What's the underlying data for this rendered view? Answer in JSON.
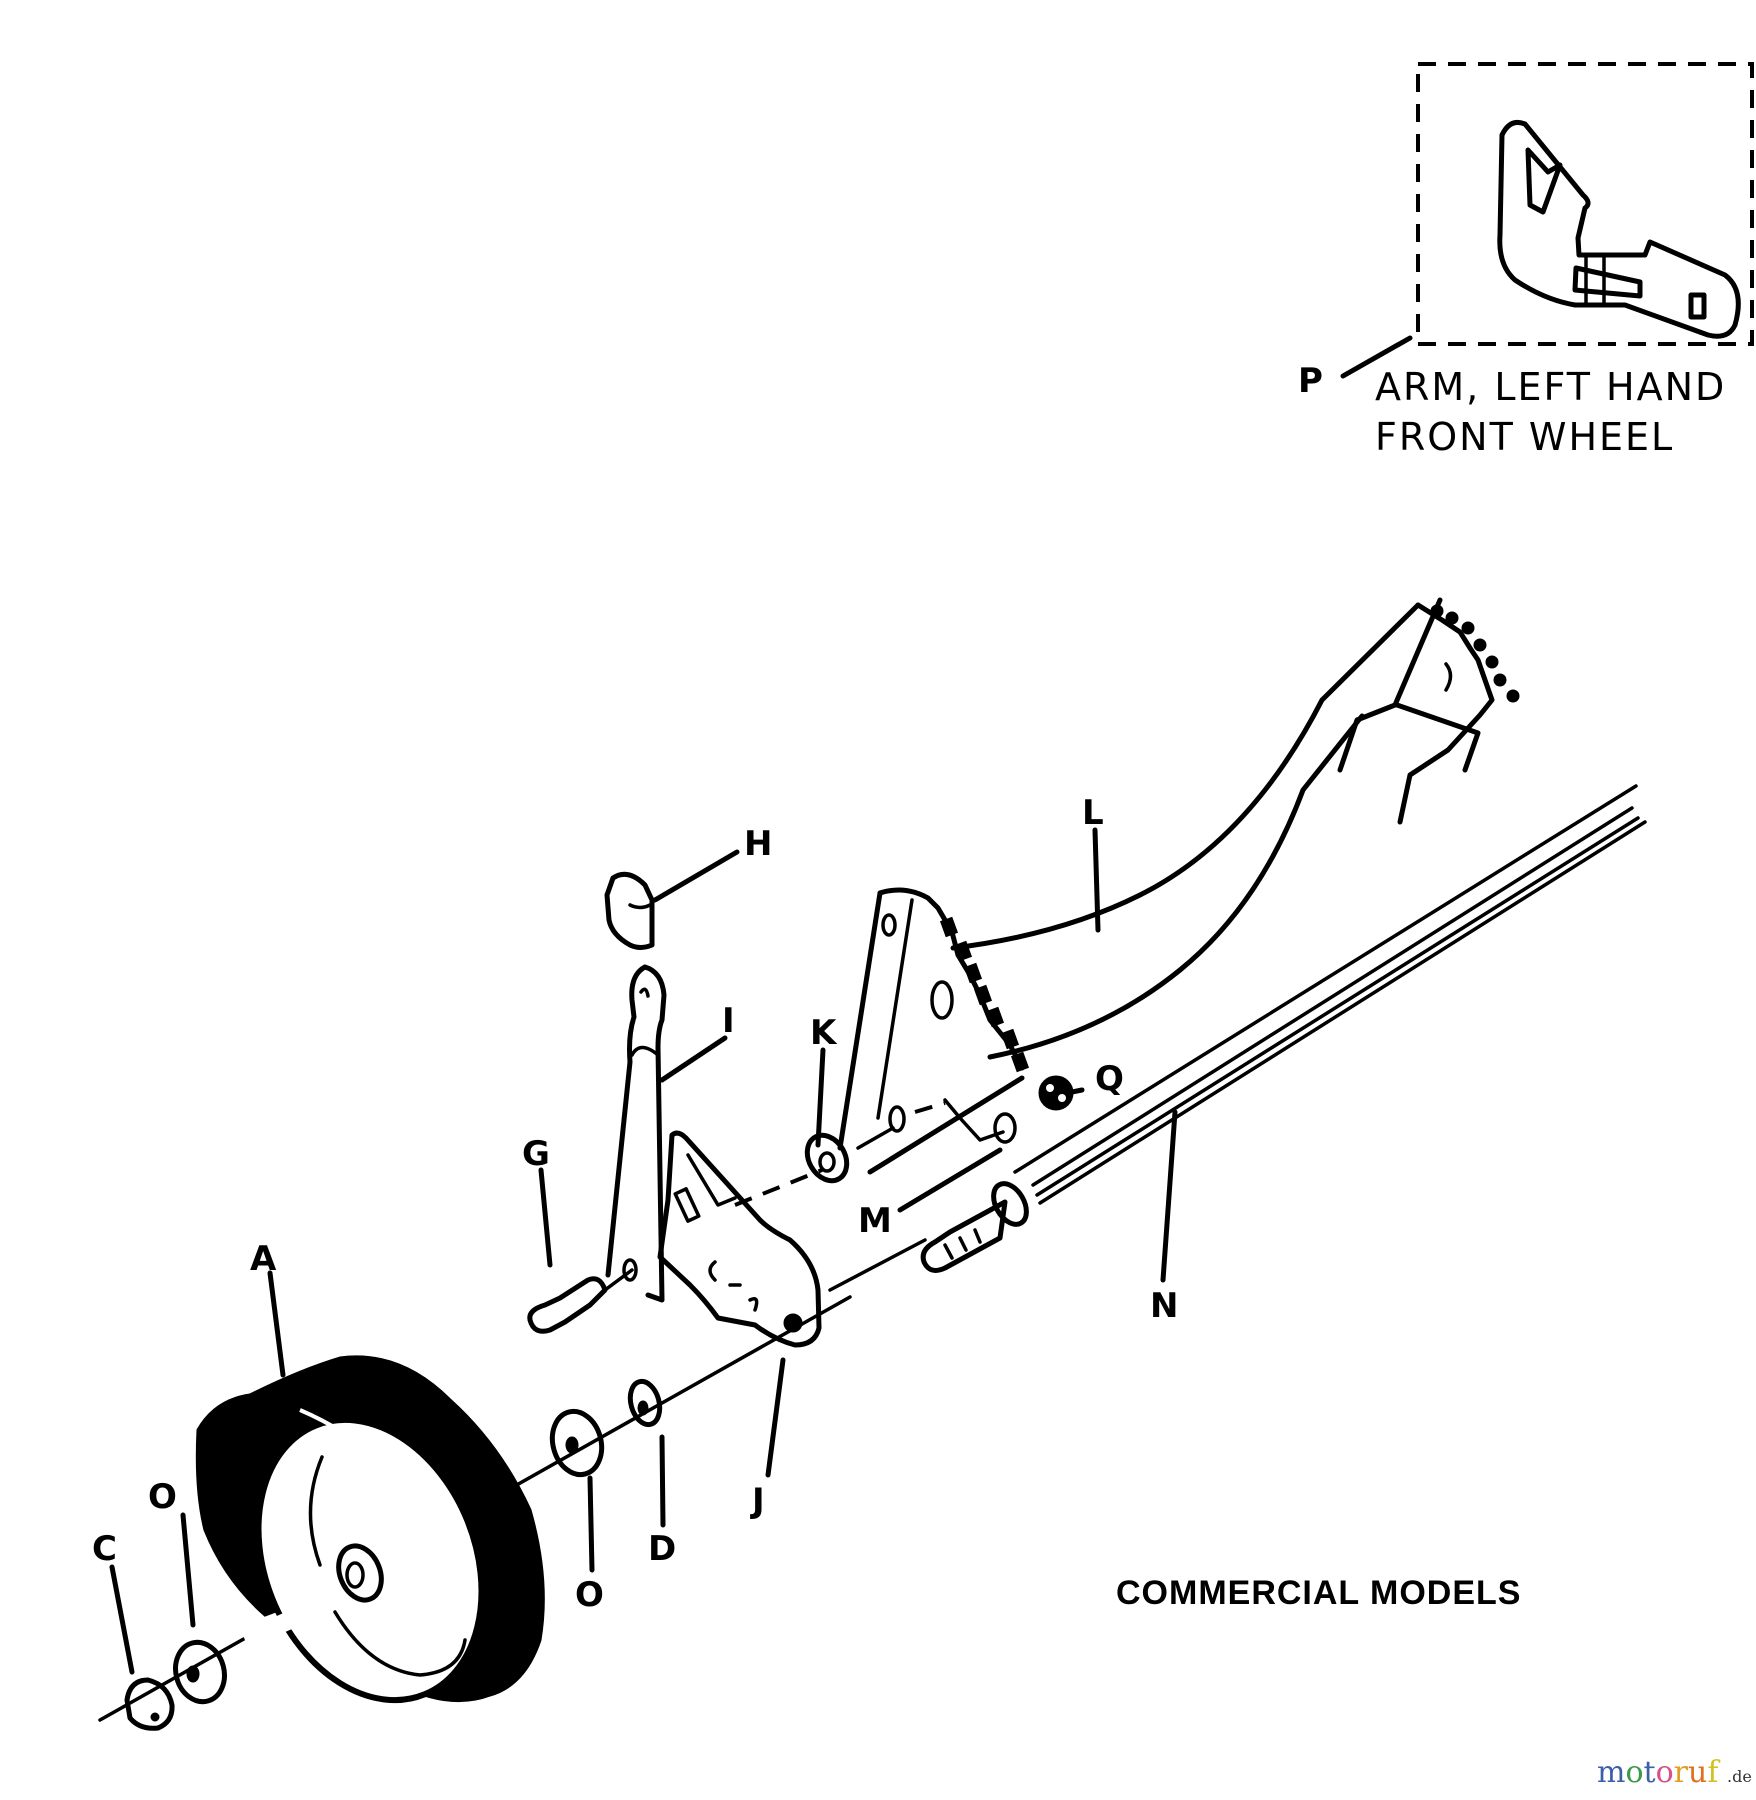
{
  "title": "Front Wheel Assembly",
  "model_note": "COMMERCIAL MODELS",
  "inset": {
    "callout": "P",
    "caption_line1": "ARM, LEFT HAND",
    "caption_line2": "FRONT WHEEL"
  },
  "callouts": {
    "A": "A",
    "C": "C",
    "D": "D",
    "G": "G",
    "H": "H",
    "I": "I",
    "J": "J",
    "K": "K",
    "L": "L",
    "M": "M",
    "N": "N",
    "O1": "O",
    "O2": "O",
    "Q": "Q"
  },
  "watermark": {
    "letters": [
      "m",
      "o",
      "t",
      "o",
      "r",
      "u",
      "f"
    ],
    "colors": [
      "#3b5fa8",
      "#3a9a4a",
      "#3b5fa8",
      "#d94f8a",
      "#e0a020",
      "#e07020",
      "#d0c020"
    ],
    "suffix": ".de"
  }
}
